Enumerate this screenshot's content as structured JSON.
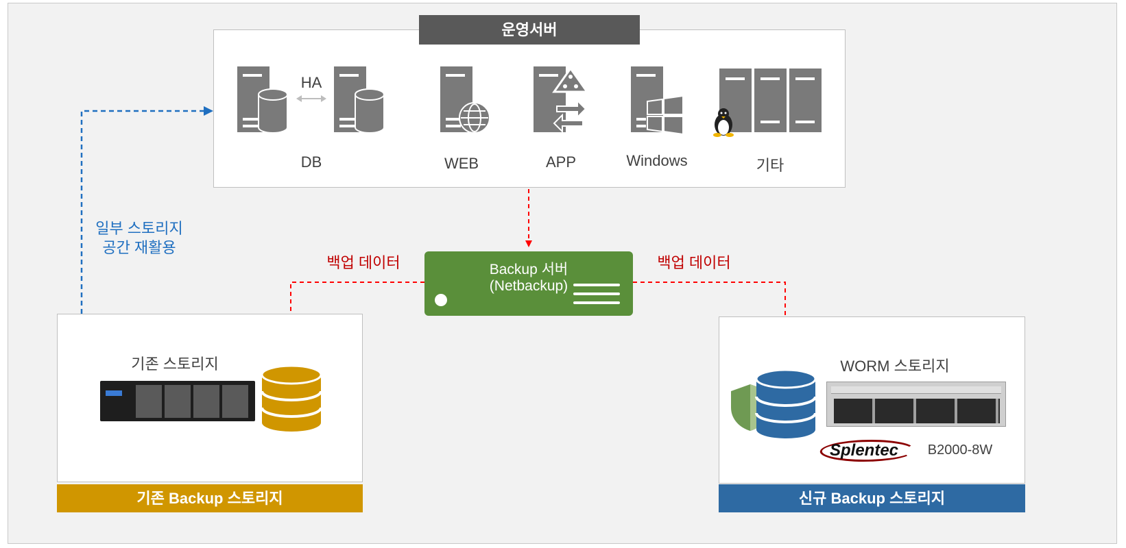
{
  "server_box": {
    "title": "운영서버"
  },
  "servers": {
    "ha_label": "HA",
    "db_label": "DB",
    "web_label": "WEB",
    "app_label": "APP",
    "windows_label": "Windows",
    "etc_label": "기타"
  },
  "backup_server": {
    "line1": "Backup 서버",
    "line2": "(Netbackup)"
  },
  "flows": {
    "left_label": "백업 데이터",
    "right_label": "백업 데이터",
    "reuse_label_line1": "일부 스토리지",
    "reuse_label_line2": "공간 재활용"
  },
  "old_storage": {
    "caption": "기존 스토리지",
    "bar_label": "기존 Backup 스토리지",
    "bar_color": "#d09600"
  },
  "new_storage": {
    "caption": "WORM 스토리지",
    "brand": "Splentec",
    "model": "B2000-8W",
    "bar_label": "신규 Backup 스토리지",
    "bar_color": "#2e6aa3"
  },
  "colors": {
    "server_icon": "#7a7a7a",
    "backup_server_bg": "#5a8f3a",
    "db_gold": "#d09600",
    "db_blue": "#2e6aa3",
    "shield": "#6f9a53",
    "dash_red": "#ff0000",
    "dash_blue": "#1f6fc0"
  }
}
